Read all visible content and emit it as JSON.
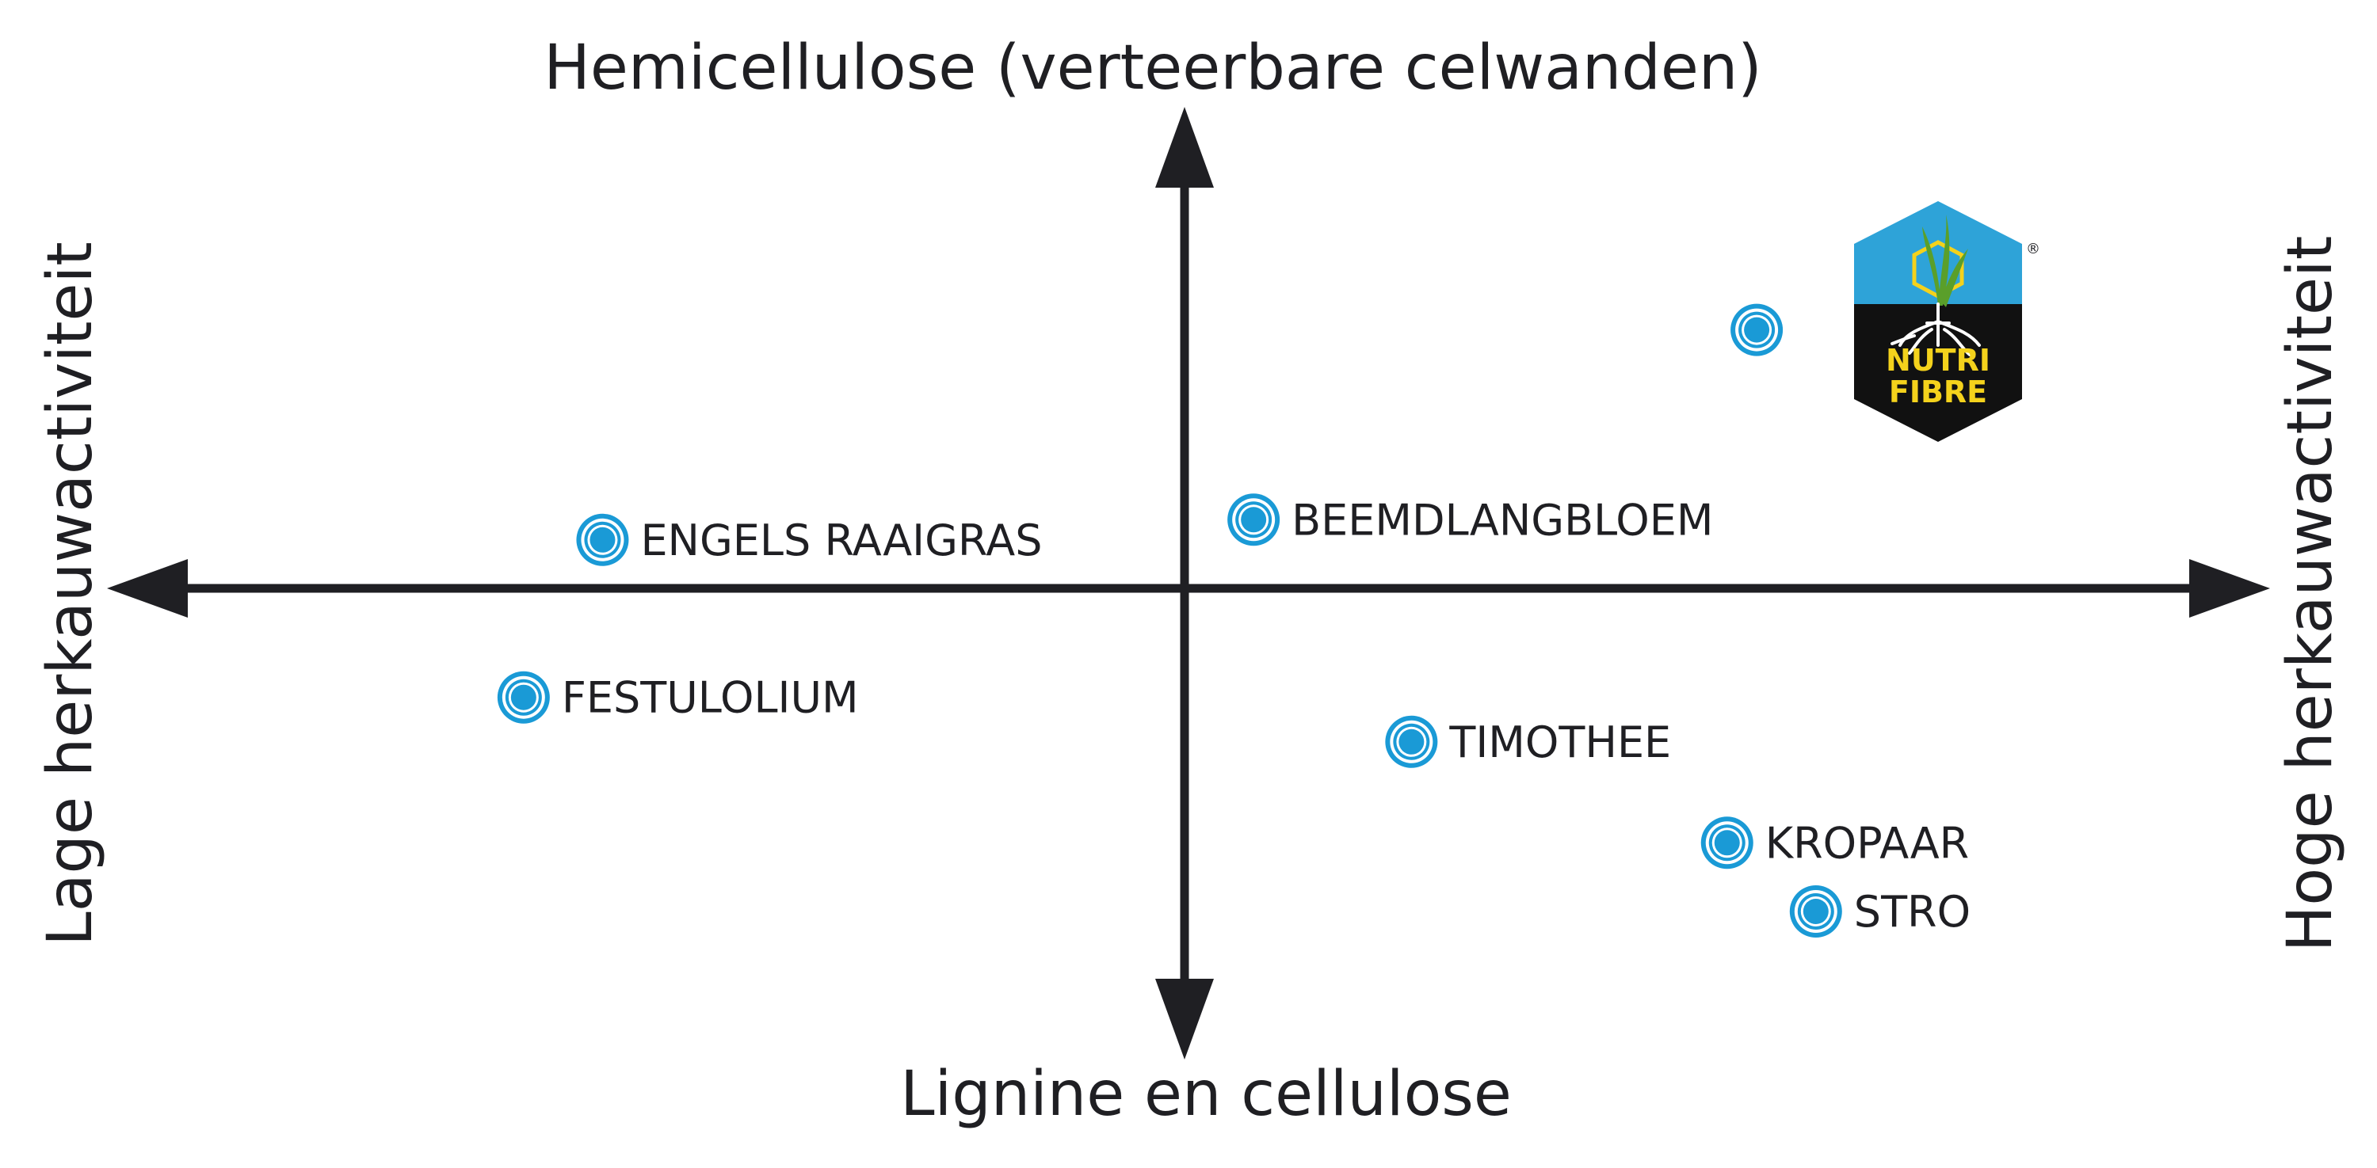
{
  "chart_data": {
    "type": "scatter",
    "title": "",
    "axis_labels": {
      "top": "Hemicellulose (verteerbare celwanden)",
      "bottom": "Lignine en cellulose",
      "left": "Lage herkauwactiviteit",
      "right": "Hoge herkauwactiviteit"
    },
    "xlim": [
      -1,
      1
    ],
    "ylim": [
      -1,
      1
    ],
    "grid": false,
    "legend": "none",
    "points": [
      {
        "label": "",
        "x": 0.58,
        "y": 0.64,
        "logo": true
      },
      {
        "label": "BEEMDLANGBLOEM",
        "x": 0.07,
        "y": 0.17
      },
      {
        "label": "ENGELS RAAIGRAS",
        "x": -0.59,
        "y": 0.12
      },
      {
        "label": "FESTULOLIUM",
        "x": -0.67,
        "y": -0.27
      },
      {
        "label": "TIMOTHEE",
        "x": 0.23,
        "y": -0.38
      },
      {
        "label": "KROPAAR",
        "x": 0.55,
        "y": -0.63
      },
      {
        "label": "STRO",
        "x": 0.64,
        "y": -0.8
      }
    ],
    "marker_color": "#1a9ad6",
    "axis_color": "#1f1f23"
  },
  "logo": {
    "text_line1": "NUTRI",
    "text_line2": "FIBRE",
    "registered": "®",
    "colors": {
      "sky": "#2ea3d8",
      "ground": "#111111",
      "text": "#f4d21c",
      "leaf": "#5a9f2a"
    }
  }
}
